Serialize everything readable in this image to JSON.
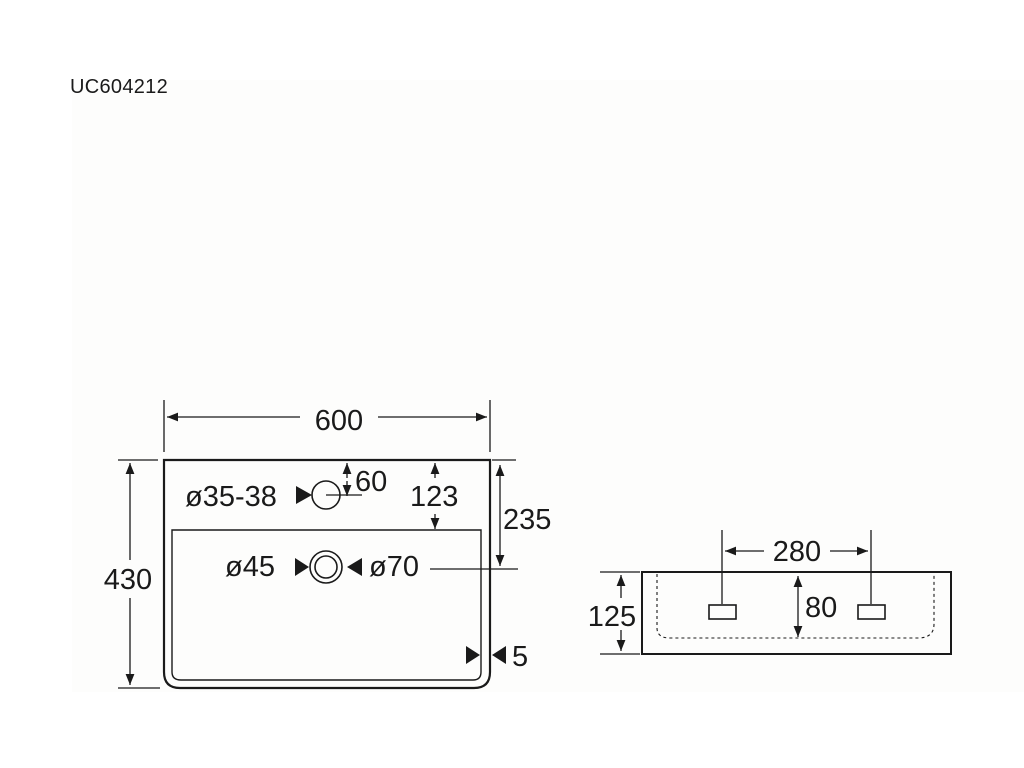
{
  "model_code": "UC604212",
  "top_view": {
    "width": "600",
    "depth": "430",
    "tap_hole_diameter": "ø35-38",
    "tap_hole_offset": "60",
    "tap_to_bowl": "123",
    "drain_distance": "235",
    "drain_inner_diameter": "ø45",
    "drain_outer_diameter": "ø70",
    "rim_thickness": "5"
  },
  "side_view": {
    "bracket_spacing": "280",
    "height": "125",
    "bracket_height": "80"
  }
}
